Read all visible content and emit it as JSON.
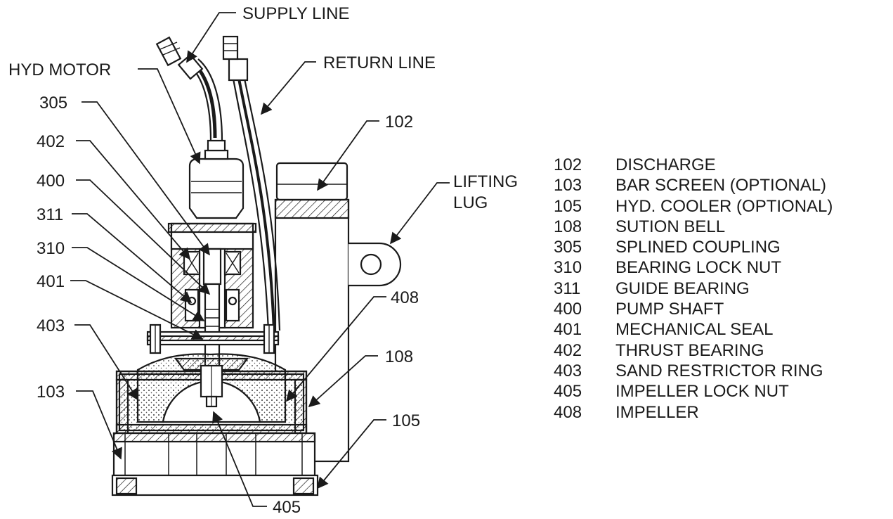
{
  "callouts": {
    "supply_line": "SUPPLY LINE",
    "return_line": "RETURN LINE",
    "hyd_motor": "HYD MOTOR",
    "lifting_lug_1": "LIFTING",
    "lifting_lug_2": "LUG",
    "n305": "305",
    "n402": "402",
    "n400": "400",
    "n311": "311",
    "n310": "310",
    "n401": "401",
    "n403": "403",
    "n103": "103",
    "n102": "102",
    "n408": "408",
    "n108": "108",
    "n105": "105",
    "n405": "405"
  },
  "legend": [
    {
      "code": "102",
      "name": "DISCHARGE"
    },
    {
      "code": "103",
      "name": "BAR SCREEN (OPTIONAL)"
    },
    {
      "code": "105",
      "name": "HYD. COOLER (OPTIONAL)"
    },
    {
      "code": "108",
      "name": "SUTION BELL"
    },
    {
      "code": "305",
      "name": "SPLINED COUPLING"
    },
    {
      "code": "310",
      "name": "BEARING LOCK NUT"
    },
    {
      "code": "311",
      "name": "GUIDE BEARING"
    },
    {
      "code": "400",
      "name": "PUMP SHAFT"
    },
    {
      "code": "401",
      "name": "MECHANICAL SEAL"
    },
    {
      "code": "402",
      "name": "THRUST BEARING"
    },
    {
      "code": "403",
      "name": "SAND RESTRICTOR RING"
    },
    {
      "code": "405",
      "name": "IMPELLER LOCK NUT"
    },
    {
      "code": "408",
      "name": "IMPELLER"
    }
  ]
}
